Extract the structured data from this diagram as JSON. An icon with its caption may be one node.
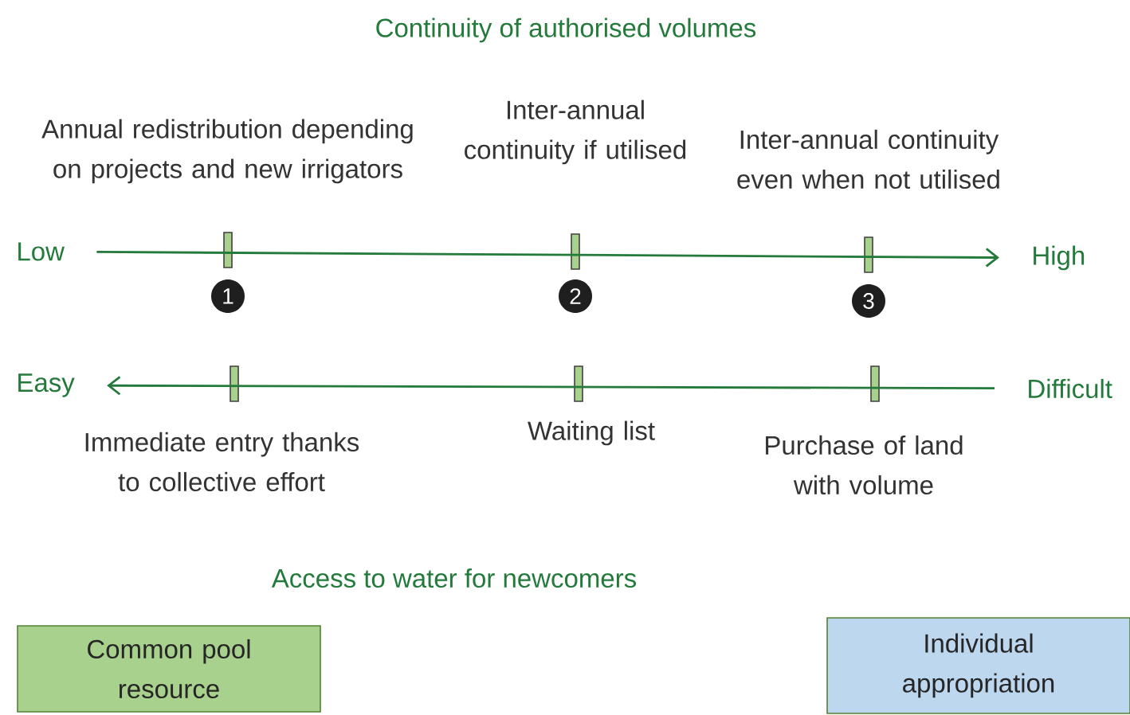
{
  "diagram": {
    "title": "Continuity of authorised volumes",
    "nodes": [
      {
        "text": [
          "Low"
        ]
      },
      {
        "text": [
          "High"
        ]
      },
      {
        "text": [
          "Easy"
        ]
      },
      {
        "text": [
          "Difficult"
        ]
      },
      {
        "text": [
          "Common pool resource"
        ]
      },
      {
        "text": [
          "Individual appropriation"
        ]
      }
    ],
    "edges": [
      {
        "from": 0,
        "to": 1,
        "arrow": "to"
      },
      {
        "from": 3,
        "to": 2,
        "arrow": "to"
      }
    ],
    "labels": [
      "Annual redistribution depending on projects and new irrigators",
      "Inter-annual continuity if utilised",
      "Inter-annual continuity even when not utilised",
      "1",
      "2",
      "3",
      "Immediate entry thanks to collective effort",
      "Waiting list",
      "Purchase of land with volume",
      "Access to water for newcomers"
    ]
  }
}
